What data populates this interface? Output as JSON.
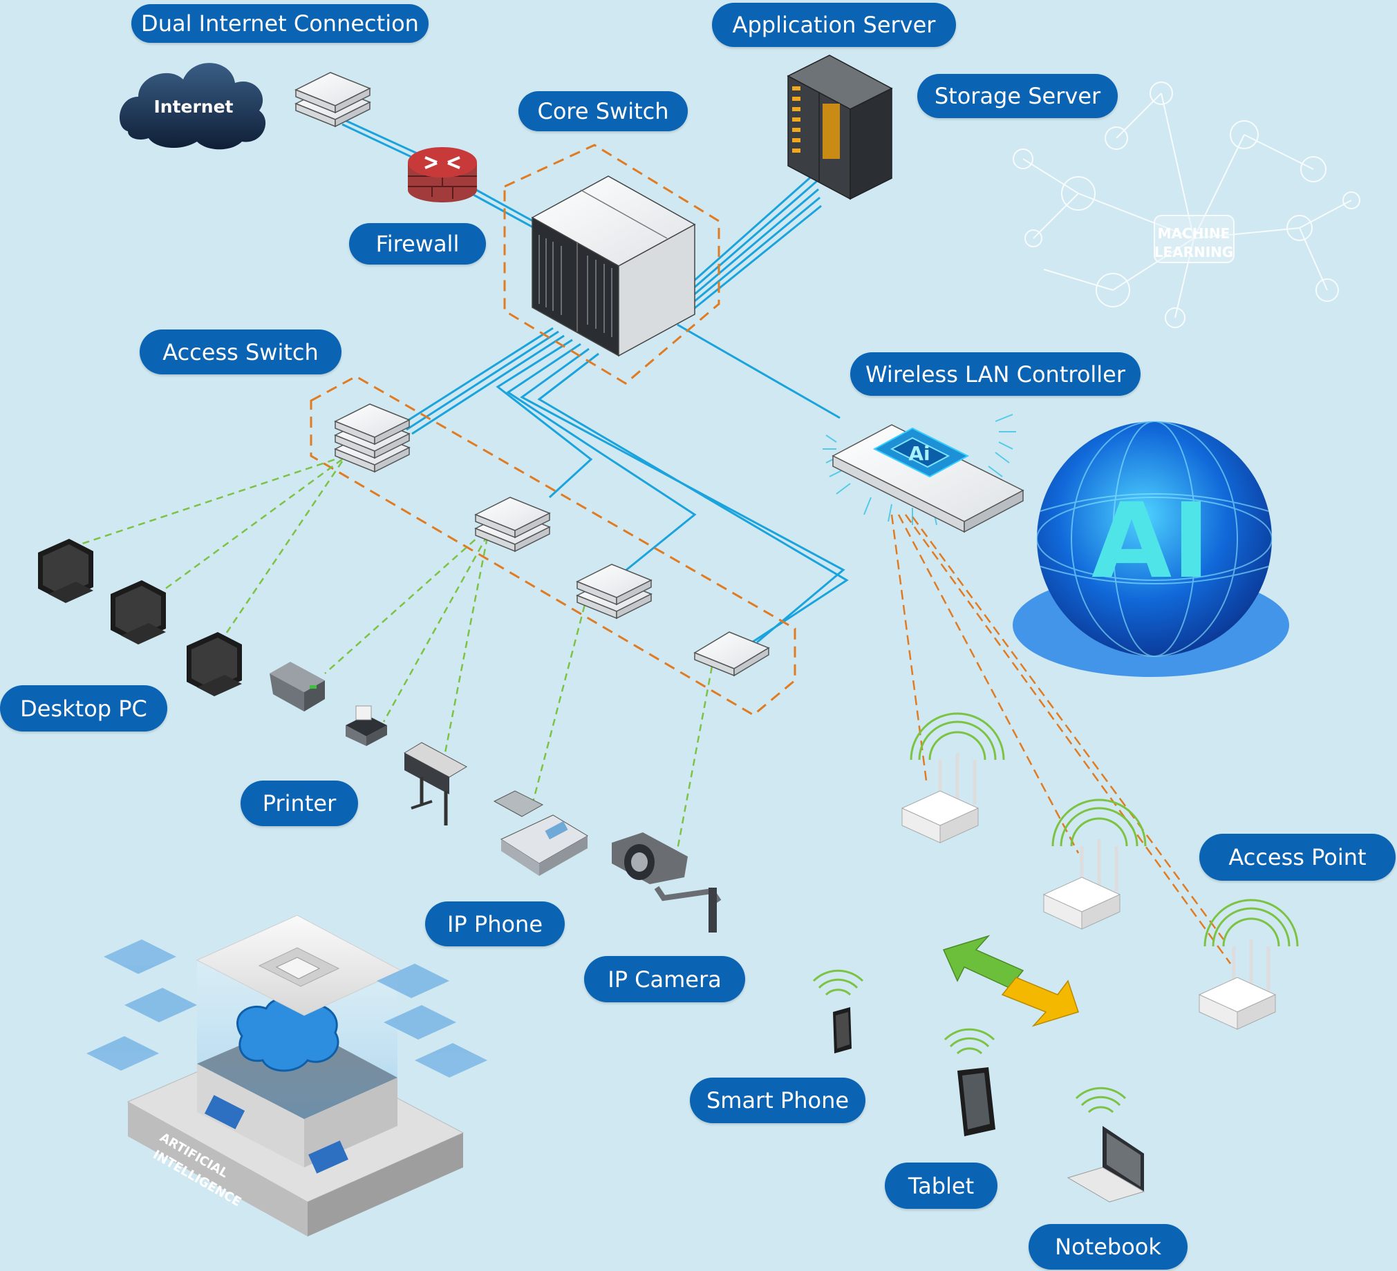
{
  "labels": {
    "dual_internet": "Dual Internet Connection",
    "application_server": "Application Server",
    "storage_server": "Storage Server",
    "core_switch": "Core Switch",
    "firewall": "Firewall",
    "access_switch": "Access Switch",
    "wlc": "Wireless LAN Controller",
    "desktop_pc": "Desktop PC",
    "printer": "Printer",
    "ip_phone": "IP Phone",
    "ip_camera": "IP Camera",
    "access_point": "Access Point",
    "smart_phone": "Smart Phone",
    "tablet": "Tablet",
    "notebook": "Notebook"
  },
  "graphics": {
    "internet": "Internet",
    "machine_learning_line1": "MACHINE",
    "machine_learning_line2": "LEARNING",
    "ai": "AI",
    "chip_ai": "Ai",
    "artificial_line1": "ARTIFICIAL",
    "artificial_line2": "INTELLIGENCE"
  },
  "colors": {
    "background": "#cfe8f1",
    "label_fill": "#0a63b3",
    "wired_link": "#1aa3dc",
    "wired_dashed": "#7cc243",
    "wireless_dashed": "#e07b22",
    "group_outline": "#e07b22",
    "arrow_green": "#6cbf3a",
    "arrow_yellow": "#f5b800"
  },
  "icons": [
    "cloud-icon",
    "router-icon",
    "firewall-icon",
    "core-switch-icon",
    "server-rack-icon",
    "access-switch-icon",
    "desktop-pc-icon",
    "printer-icon",
    "plotter-icon",
    "ip-phone-icon",
    "ip-camera-icon",
    "wlc-ai-chip-icon",
    "ai-globe-icon",
    "machine-learning-network-icon",
    "access-point-icon",
    "smart-phone-icon",
    "tablet-icon",
    "notebook-icon",
    "ai-brain-platform-icon",
    "arrow-icon"
  ]
}
